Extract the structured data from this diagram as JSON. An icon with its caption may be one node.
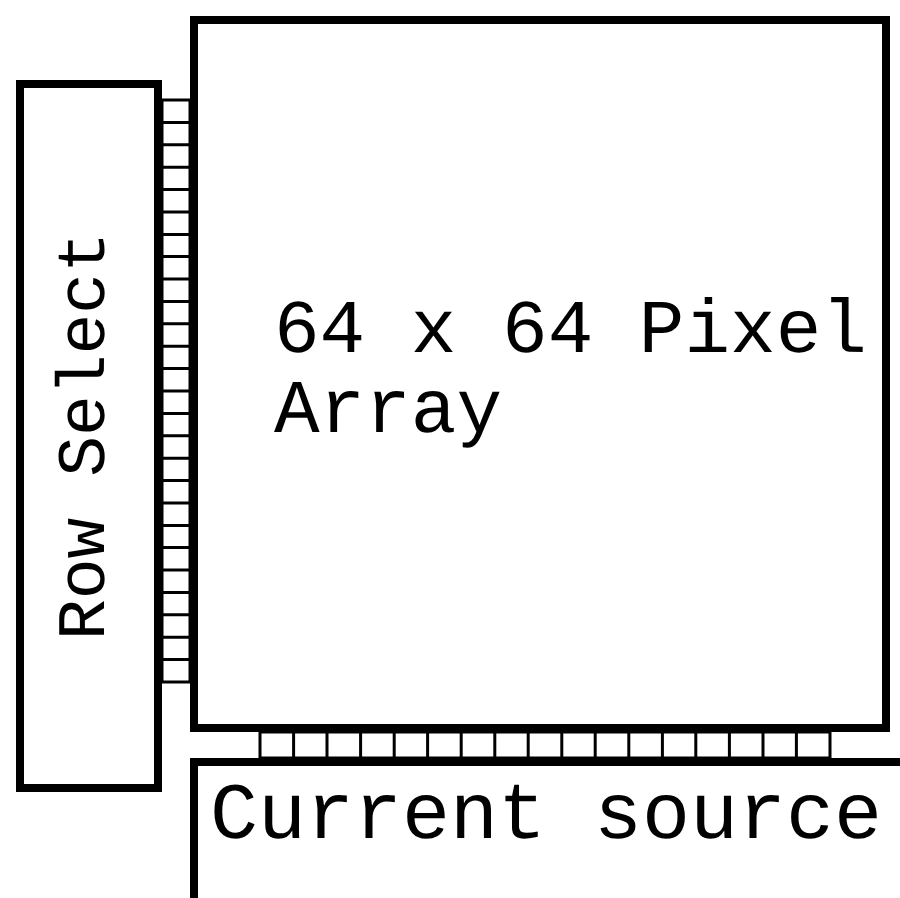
{
  "diagram": {
    "nodes": [
      {
        "text": [
          "Row Select"
        ]
      },
      {
        "text": [
          "64 x 64 Pixel Array"
        ]
      },
      {
        "text": [
          "Current source"
        ]
      }
    ],
    "edges": [
      {
        "from": 0,
        "to": 1,
        "arrow": "none"
      },
      {
        "from": 1,
        "to": 2,
        "arrow": "none"
      }
    ]
  }
}
